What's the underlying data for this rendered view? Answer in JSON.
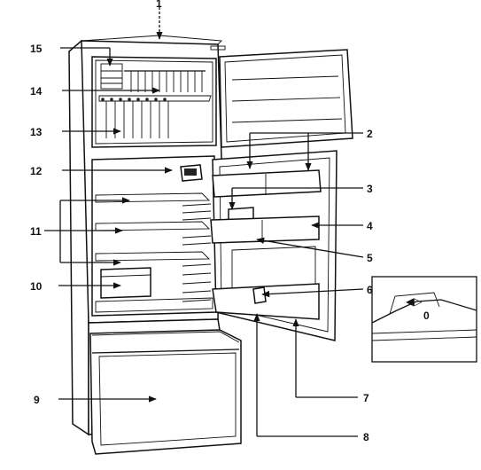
{
  "diagram": {
    "callouts": [
      {
        "id": "1",
        "label": "1"
      },
      {
        "id": "2",
        "label": "2"
      },
      {
        "id": "3",
        "label": "3"
      },
      {
        "id": "4",
        "label": "4"
      },
      {
        "id": "5",
        "label": "5"
      },
      {
        "id": "6",
        "label": "6"
      },
      {
        "id": "7",
        "label": "7"
      },
      {
        "id": "8",
        "label": "8"
      },
      {
        "id": "9",
        "label": "9"
      },
      {
        "id": "10",
        "label": "10"
      },
      {
        "id": "11",
        "label": "11"
      },
      {
        "id": "12",
        "label": "12"
      },
      {
        "id": "13",
        "label": "13"
      },
      {
        "id": "14",
        "label": "14"
      },
      {
        "id": "15",
        "label": "15"
      }
    ],
    "inset": {
      "dial_symbol": "◀▷",
      "dial_mark": "0"
    }
  }
}
